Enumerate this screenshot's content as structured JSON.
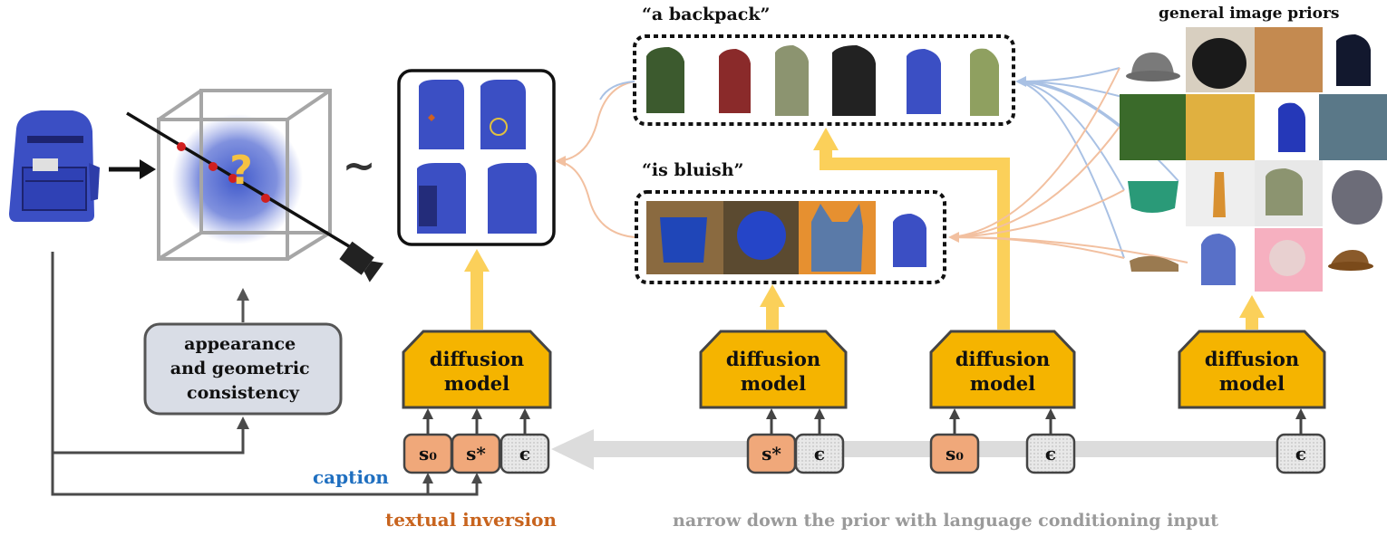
{
  "labels": {
    "backpack_quote": "“a backpack”",
    "bluish_quote": "“is bluish”",
    "general_priors": "general image priors",
    "consistency": [
      "appearance",
      "and geometric",
      "consistency"
    ],
    "caption": "caption",
    "textual_inversion": "textual inversion",
    "narrow_down": "narrow down the prior with language conditioning input",
    "question_mark": "?",
    "tilde": "~"
  },
  "diffusion_model_label": [
    "diffusion",
    "model"
  ],
  "tokens": {
    "s0": "s₀",
    "s_star": "s*",
    "epsilon": "ϵ"
  },
  "colors": {
    "diffusion_fill": "#f5b400",
    "token_orange": "#f0a87a",
    "token_gray": "#d9d9d9",
    "consistency_fill": "#d9dde6",
    "yellow_arrow": "#fbd05a",
    "caption_blue": "#1f6fc0",
    "inversion_orange": "#c8641e",
    "narrow_gray": "#9a9a9a",
    "backpack_blue": "#3b4fc4",
    "curve_blue": "#a9c1e4",
    "curve_orange": "#f2c0a0"
  },
  "icons": [
    "backpack-photo",
    "nerf-cube",
    "camera-icon",
    "prior-image-grid"
  ]
}
